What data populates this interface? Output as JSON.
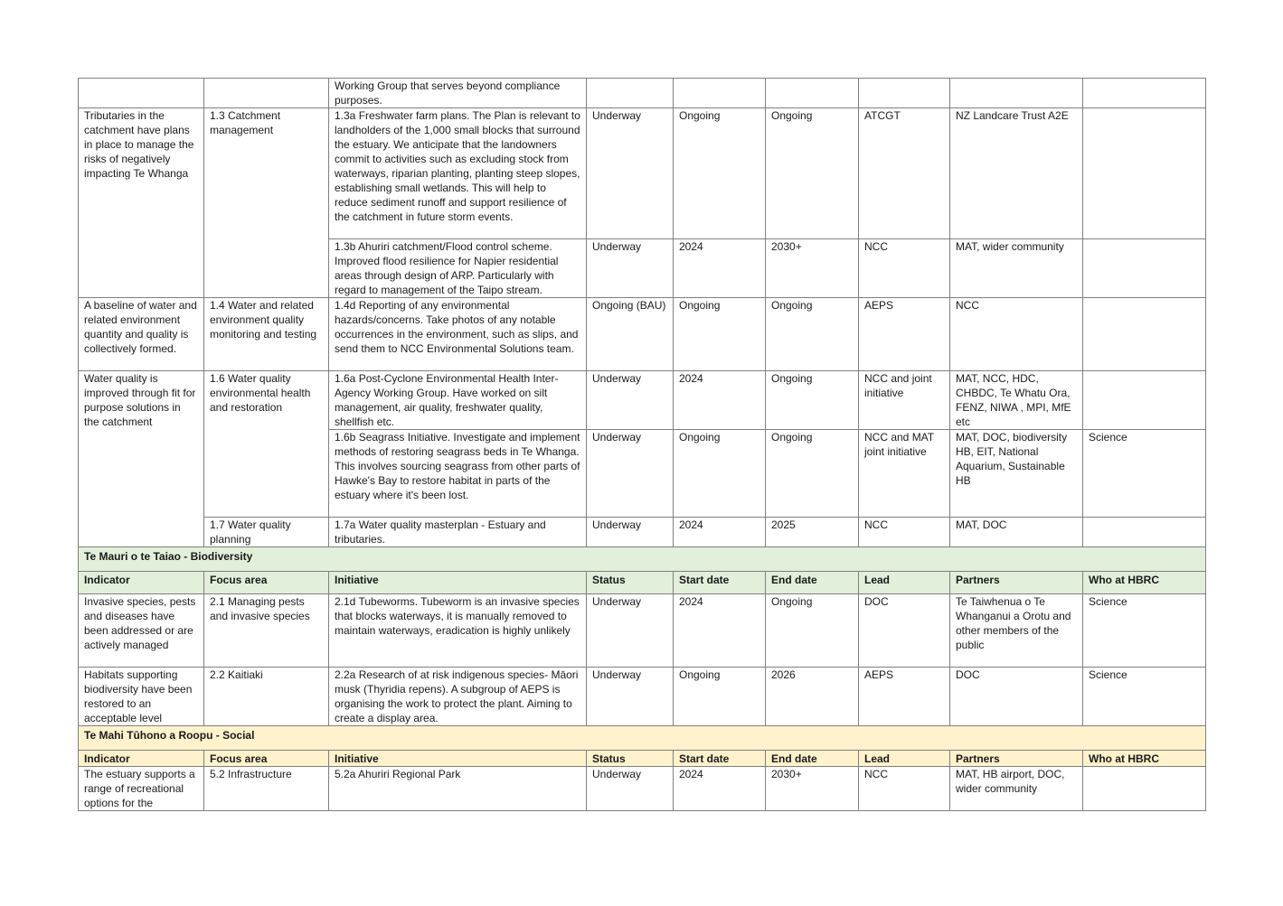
{
  "sections": {
    "biodiversity": "Te Mauri o te Taiao - Biodiversity",
    "social": "Te Mahi Tūhono a Roopu - Social"
  },
  "headers": [
    "Indicator",
    "Focus area",
    "Initiative",
    "Status",
    "Start date",
    "End date",
    "Lead",
    "Partners",
    "Who at HBRC"
  ],
  "rows": [
    {
      "indicator": "",
      "focus": "",
      "initiative": "Working Group that serves beyond compliance purposes.",
      "status": "",
      "start": "",
      "end": "",
      "lead": "",
      "partners": "",
      "who": ""
    },
    {
      "indicator": "Tributaries in the catchment have plans in place to manage the risks of negatively impacting Te Whanga",
      "focus": "1.3 Catchment management",
      "initiative": "1.3a Freshwater farm plans. The Plan is relevant to landholders of the 1,000 small blocks that surround the estuary. We anticipate that the landowners commit to activities such as excluding stock from waterways, riparian planting, planting steep slopes, establishing small wetlands. This will help to reduce sediment runoff and support resilience of the catchment in future storm events.",
      "status": "Underway",
      "start": "Ongoing",
      "end": "Ongoing",
      "lead": "ATCGT",
      "partners": "NZ Landcare Trust A2E",
      "who": ""
    },
    {
      "initiative": "1.3b Ahuriri catchment/Flood control scheme. Improved flood resilience for Napier residential areas through design of ARP. Particularly with regard to management of the Taipo stream.",
      "status": "Underway",
      "start": "2024",
      "end": "2030+",
      "lead": "NCC",
      "partners": "MAT, wider community",
      "who": ""
    },
    {
      "indicator": "A baseline of water and related environment quantity and quality is collectively formed.",
      "focus": "1.4 Water and related environment quality monitoring and testing",
      "initiative": "1.4d Reporting of any environmental hazards/concerns. Take photos of any notable occurrences in the environment, such as slips, and send them to NCC Environmental Solutions team.",
      "status": "Ongoing (BAU)",
      "start": "Ongoing",
      "end": "Ongoing",
      "lead": "AEPS",
      "partners": "NCC",
      "who": ""
    },
    {
      "indicator": "Water quality is improved through fit for purpose solutions in the catchment",
      "focus": "1.6 Water quality environmental health and restoration",
      "initiative": "1.6a Post-Cyclone Environmental Health Inter-Agency Working Group. Have worked on silt management, air quality, freshwater quality, shellfish etc.",
      "status": "Underway",
      "start": "2024",
      "end": "Ongoing",
      "lead": "NCC and joint initiative",
      "partners": "MAT, NCC, HDC, CHBDC, Te Whatu Ora, FENZ, NIWA , MPI, MfE etc",
      "who": ""
    },
    {
      "initiative": "1.6b Seagrass Initiative. Investigate and implement methods of restoring seagrass beds in Te Whanga. This involves sourcing seagrass from other parts of Hawke's Bay to restore habitat in parts of the estuary where it's been lost.",
      "status": "Underway",
      "start": "Ongoing",
      "end": "Ongoing",
      "lead": "NCC and MAT joint initiative",
      "partners": "MAT, DOC, biodiversity HB, EIT, National Aquarium, Sustainable HB",
      "who": "Science"
    },
    {
      "focus": "1.7 Water quality planning",
      "initiative": "1.7a Water quality masterplan - Estuary and tributaries.",
      "status": "Underway",
      "start": "2024",
      "end": "2025",
      "lead": "NCC",
      "partners": "MAT, DOC",
      "who": ""
    },
    {
      "indicator": "Invasive species, pests and diseases have been addressed or are actively managed",
      "focus": "2.1 Managing pests and invasive species",
      "initiative": "2.1d Tubeworms. Tubeworm is an invasive species that blocks waterways, it is manually removed to maintain waterways, eradication is highly unlikely",
      "status": "Underway",
      "start": "2024",
      "end": "Ongoing",
      "lead": "DOC",
      "partners": "Te Taiwhenua o Te Whanganui a Orotu and other members of the public",
      "who": "Science"
    },
    {
      "indicator": "Habitats supporting biodiversity have been restored to an acceptable level",
      "focus": "2.2 Kaitiaki",
      "initiative": "2.2a Research of at risk indigenous species- Māori musk (Thyridia repens). A subgroup of AEPS is organising the work to protect the plant. Aiming to create a display area.",
      "status": "Underway",
      "start": "Ongoing",
      "end": "2026",
      "lead": "AEPS",
      "partners": "DOC",
      "who": "Science"
    },
    {
      "indicator": "The estuary supports a range of recreational options for the",
      "focus": "5.2 Infrastructure",
      "initiative": "5.2a Ahuriri Regional Park",
      "status": "Underway",
      "start": "2024",
      "end": "2030+",
      "lead": "NCC",
      "partners": "MAT, HB airport, DOC, wider community",
      "who": ""
    }
  ]
}
